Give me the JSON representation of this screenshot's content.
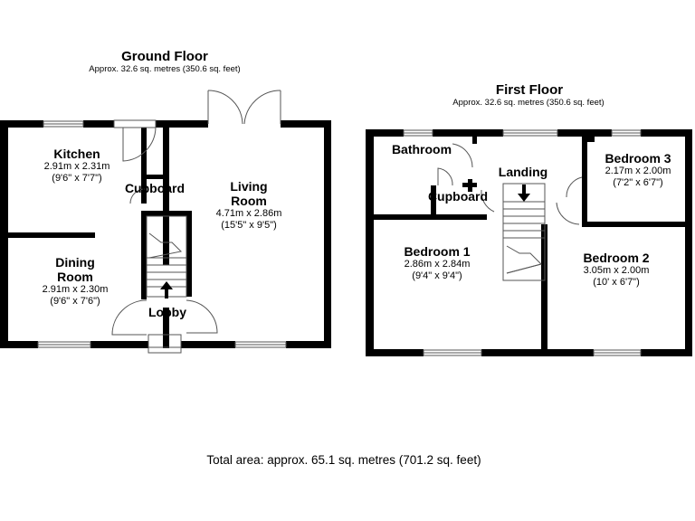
{
  "ground_floor": {
    "title": "Ground Floor",
    "area": "Approx. 32.6 sq. metres (350.6 sq. feet)",
    "kitchen": {
      "name": "Kitchen",
      "metric": "2.91m x 2.31m",
      "imperial": "(9'6\" x 7'7\")"
    },
    "dining": {
      "name_line1": "Dining",
      "name_line2": "Room",
      "metric": "2.91m x 2.30m",
      "imperial": "(9'6\" x 7'6\")"
    },
    "living": {
      "name_line1": "Living",
      "name_line2": "Room",
      "metric": "4.71m x 2.86m",
      "imperial": "(15'5\" x 9'5\")"
    },
    "cupboard": "Cupboard",
    "lobby": "Lobby"
  },
  "first_floor": {
    "title": "First Floor",
    "area": "Approx. 32.6 sq. metres (350.6 sq. feet)",
    "bathroom": "Bathroom",
    "landing": "Landing",
    "cupboard": "Cupboard",
    "bedroom1": {
      "name": "Bedroom 1",
      "metric": "2.86m x 2.84m",
      "imperial": "(9'4\" x 9'4\")"
    },
    "bedroom2": {
      "name": "Bedroom 2",
      "metric": "3.05m x 2.00m",
      "imperial": "(10' x 6'7\")"
    },
    "bedroom3": {
      "name": "Bedroom 3",
      "metric": "2.17m x 2.00m",
      "imperial": "(7'2\" x 6'7\")"
    }
  },
  "total_area": "Total area: approx. 65.1 sq. metres (701.2 sq. feet)"
}
